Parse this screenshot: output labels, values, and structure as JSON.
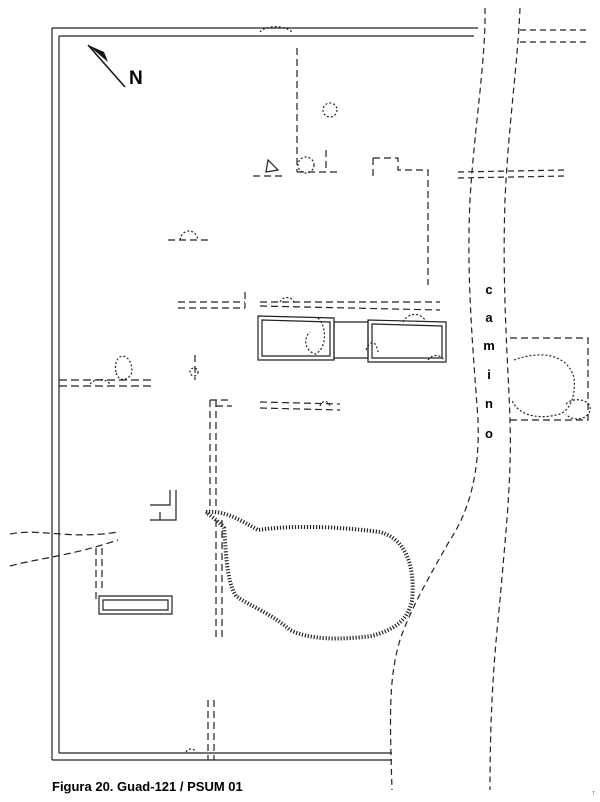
{
  "north_label": "N",
  "road_letters": [
    "c",
    "a",
    "m",
    "i",
    "n",
    "o"
  ],
  "caption": "Figura 20. Guad-121 / PSUM 01",
  "page_mark": "7",
  "colors": {
    "ink": "#222222",
    "paper": "#ffffff"
  },
  "icons": [
    "north-arrow-icon"
  ]
}
